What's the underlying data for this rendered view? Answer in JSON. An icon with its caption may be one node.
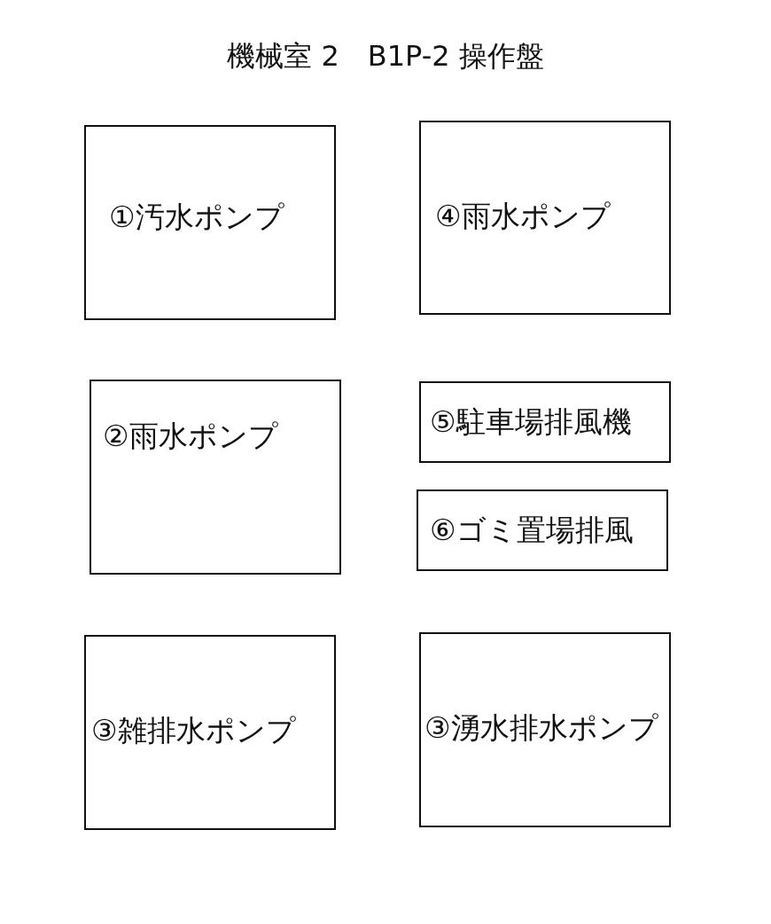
{
  "diagram": {
    "title": "機械室 2　B1P-2 操作盤",
    "nodes": [
      {
        "text": [
          "①汚水ポンプ"
        ]
      },
      {
        "text": [
          "④雨水ポンプ"
        ]
      },
      {
        "text": [
          "②雨水ポンプ"
        ]
      },
      {
        "text": [
          "⑤駐車場排風機"
        ]
      },
      {
        "text": [
          "⑥ゴミ置場排風"
        ]
      },
      {
        "text": [
          "③雑排水ポンプ"
        ]
      },
      {
        "text": [
          "③湧水排水ポンプ"
        ]
      }
    ],
    "edges": []
  }
}
